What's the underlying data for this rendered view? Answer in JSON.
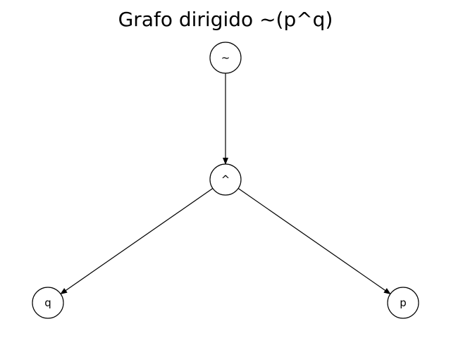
{
  "title": "Grafo dirigido ~(p^q)",
  "colors": {
    "background": "#ffffff",
    "stroke": "#000000",
    "text": "#000000"
  },
  "nodes": [
    {
      "id": "not",
      "label": "~"
    },
    {
      "id": "and",
      "label": "^"
    },
    {
      "id": "q",
      "label": "q"
    },
    {
      "id": "p",
      "label": "p"
    }
  ],
  "edges": [
    {
      "from": "not",
      "to": "and"
    },
    {
      "from": "and",
      "to": "q"
    },
    {
      "from": "and",
      "to": "p"
    }
  ]
}
